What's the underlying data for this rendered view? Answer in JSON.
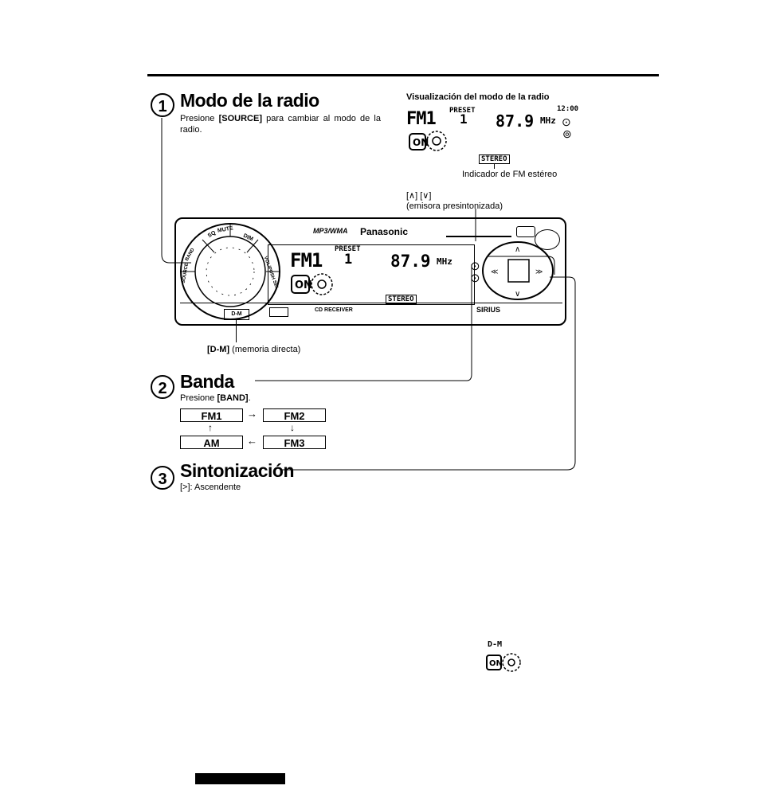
{
  "section1": {
    "number": "1",
    "title": "Modo de la radio",
    "text_pre": "Presione ",
    "key": "[SOURCE]",
    "text_post": " para cambiar al modo de la radio."
  },
  "display": {
    "heading": "Visualización del modo de la radio",
    "band": "FM1",
    "preset_label": "PRESET",
    "preset_num": "1",
    "freq": "87.9",
    "unit": "MHz",
    "stereo_tag": "STEREO",
    "stereo_caption": "Indicador de FM estéreo",
    "clock": "12:00"
  },
  "preset_keys": {
    "keys": "[∧] [∨]",
    "caption": "(emisora presintonizada)"
  },
  "unit_panel": {
    "format": "MP3/WMA",
    "brand": "Panasonic",
    "band": "FM1",
    "preset_label": "PRESET",
    "preset_num": "1",
    "freq": "87.9",
    "unit": "MHz",
    "stereo": "STEREO",
    "dm_button": "D-M",
    "sirius": "SIRIUS",
    "ring_labels": [
      "SQ",
      "MUTE",
      "DIM",
      "VOL/PUSH SEL",
      "SOURCE",
      "BAND"
    ],
    "bottom_strip": "CD RECEIVER"
  },
  "dm_note": {
    "key": "[D-M]",
    "text": " (memoria directa)"
  },
  "section2": {
    "number": "2",
    "title": "Banda",
    "text_pre": "Presione ",
    "key": "[BAND]",
    "text_post": ".",
    "cycle": [
      "FM1",
      "FM2",
      "FM3",
      "AM"
    ]
  },
  "section3": {
    "number": "3",
    "title": "Sintonización",
    "text": "[>]: Ascendente"
  },
  "lower_icon": {
    "label": "D-M"
  }
}
